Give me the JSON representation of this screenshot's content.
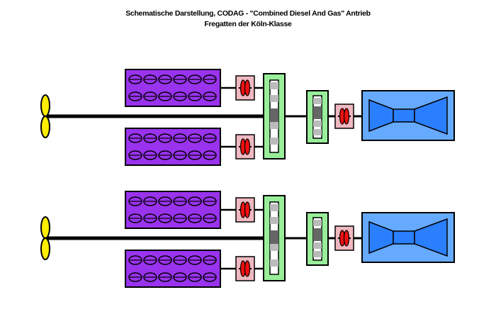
{
  "title": {
    "line1": "Schematische Darstellung, CODAG - \"Combined Diesel And Gas\" Antrieb",
    "line2": "Fregatten der Köln-Klasse"
  },
  "colors": {
    "diesel_engine": "#9933ee",
    "cylinder": "#6a1fbf",
    "coupling_bg": "#f0b8c0",
    "coupling_ring": "#ee1111",
    "gearbox": "#99ee99",
    "gas_turbine_outer": "#66aaff",
    "gas_turbine_inner": "#2a7fff",
    "propeller": "#ffee00",
    "shaft": "#000000"
  },
  "shafts": [
    {
      "id": "upper",
      "components": [
        "propeller-icon",
        "shaft",
        "diesel-engine-upper",
        "diesel-engine-lower",
        "coupling",
        "main-gearbox",
        "turbine-gearbox",
        "gas-turbine-icon"
      ]
    },
    {
      "id": "lower",
      "components": [
        "propeller-icon",
        "shaft",
        "diesel-engine-upper",
        "diesel-engine-lower",
        "coupling",
        "main-gearbox",
        "turbine-gearbox",
        "gas-turbine-icon"
      ]
    }
  ]
}
